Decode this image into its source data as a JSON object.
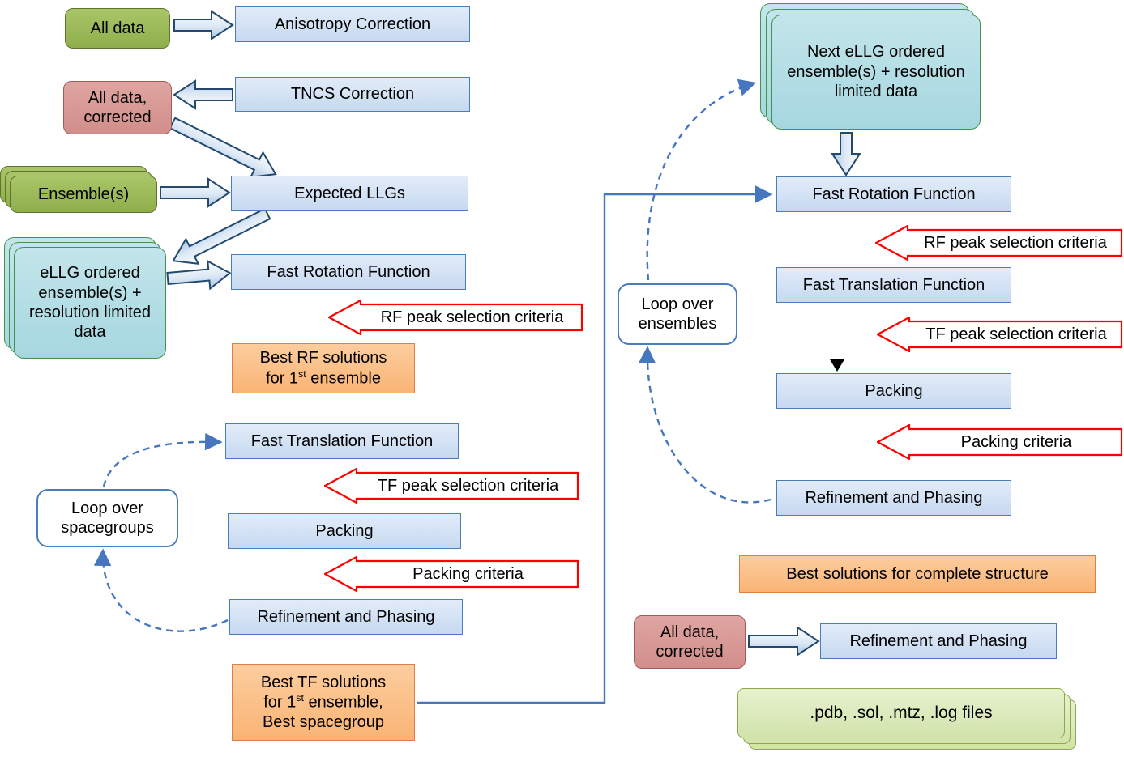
{
  "left": {
    "all_data": "All data",
    "anisotropy": "Anisotropy Correction",
    "tncs": "TNCS Correction",
    "all_data_corrected": "All data, corrected",
    "ensembles": "Ensemble(s)",
    "expected_llgs": "Expected LLGs",
    "ellg_ordered": "eLLG ordered ensemble(s) + resolution limited data",
    "fast_rotation": "Fast Rotation Function",
    "rf_criteria": "RF peak selection criteria",
    "best_rf": {
      "line1": "Best RF solutions",
      "line2_pre": "for 1",
      "sup": "st",
      "line2_post": " ensemble"
    },
    "fast_translation": "Fast Translation Function",
    "tf_criteria": "TF peak selection criteria",
    "packing": "Packing",
    "packing_criteria": "Packing criteria",
    "refinement": "Refinement and Phasing",
    "loop_spacegroups": "Loop over spacegroups",
    "best_tf": {
      "line1": "Best TF solutions",
      "line2_pre": "for 1",
      "sup": "st",
      "line2_post": " ensemble,",
      "line3": "Best spacegroup"
    }
  },
  "right": {
    "next_ellg": "Next eLLG ordered ensemble(s) + resolution limited data",
    "fast_rotation": "Fast Rotation Function",
    "rf_criteria": "RF peak selection criteria",
    "fast_translation": "Fast Translation Function",
    "tf_criteria": "TF peak selection criteria",
    "packing": "Packing",
    "packing_criteria": "Packing criteria",
    "refinement": "Refinement and Phasing",
    "loop_ensembles": "Loop over ensembles",
    "best_solutions": "Best solutions for complete structure",
    "all_data_corrected": "All data, corrected",
    "refinement_final": "Refinement and Phasing",
    "output_files": ".pdb, .sol, .mtz, .log files"
  },
  "colors": {
    "process_box_fill": "#c6d9f0",
    "process_box_border": "#4a7ebb",
    "data_green": "#9aba58",
    "data_pink": "#d99694",
    "ensemble_teal": "#aedbe3",
    "result_orange": "#fac090",
    "output_green": "#d8e4bc",
    "criteria_arrow_red": "#ff0000",
    "flow_blue": "#4576be"
  }
}
